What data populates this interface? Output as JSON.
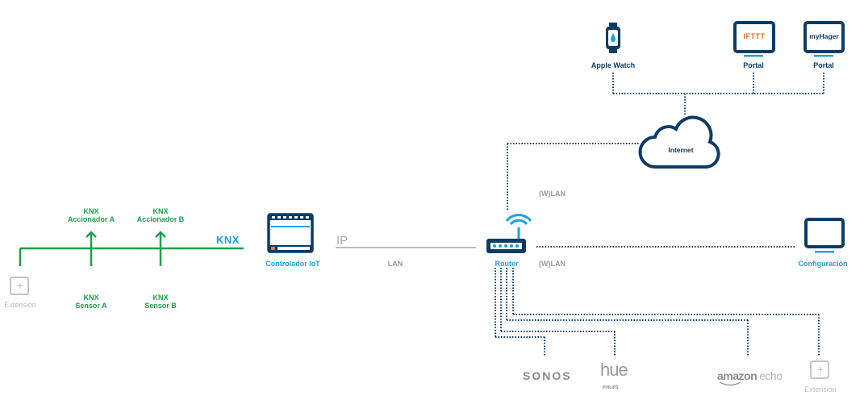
{
  "colors": {
    "navy": "#0c3b66",
    "cyan": "#1aa3d9",
    "green": "#1e9e4a",
    "grey_line": "#bbbbbb",
    "dotted": "#0c3b66",
    "grey_text": "#9a9a9a",
    "extension_grey": "#c4c4c4"
  },
  "cloud_clients": {
    "apple_watch": {
      "label": "Apple Watch",
      "icon": "smartwatch-icon"
    },
    "ifttt_portal": {
      "label": "Portal",
      "screen_text": "IFTTT",
      "icon": "monitor-icon"
    },
    "myhager_portal": {
      "label": "Portal",
      "screen_text": "myHager",
      "icon": "monitor-icon"
    }
  },
  "internet": {
    "label": "Internet",
    "icon": "cloud-icon"
  },
  "links": {
    "wlan_upper": "(W)LAN",
    "wlan_lower": "(W)LAN",
    "ip": "IP",
    "lan": "LAN"
  },
  "router": {
    "label": "Router",
    "icon": "router-icon"
  },
  "controller": {
    "label": "Controlador IoT",
    "icon": "iot-controller-icon"
  },
  "configuration": {
    "label": "Configuración",
    "icon": "monitor-icon"
  },
  "knx": {
    "logo": "KNX",
    "actuators": [
      {
        "line1": "KNX",
        "line2": "Accionador A"
      },
      {
        "line1": "KNX",
        "line2": "Accionador B"
      }
    ],
    "sensors": [
      {
        "line1": "KNX",
        "line2": "Sensor A"
      },
      {
        "line1": "KNX",
        "line2": "Sensor B"
      }
    ],
    "extension": {
      "label": "Extensión",
      "symbol": "+"
    }
  },
  "devices": {
    "sonos": "SONOS",
    "hue": "hue",
    "hue_sub": "PHILIPS",
    "amazon": "amazon",
    "echo": "echo",
    "extension": {
      "label": "Extensión",
      "symbol": "+"
    }
  }
}
